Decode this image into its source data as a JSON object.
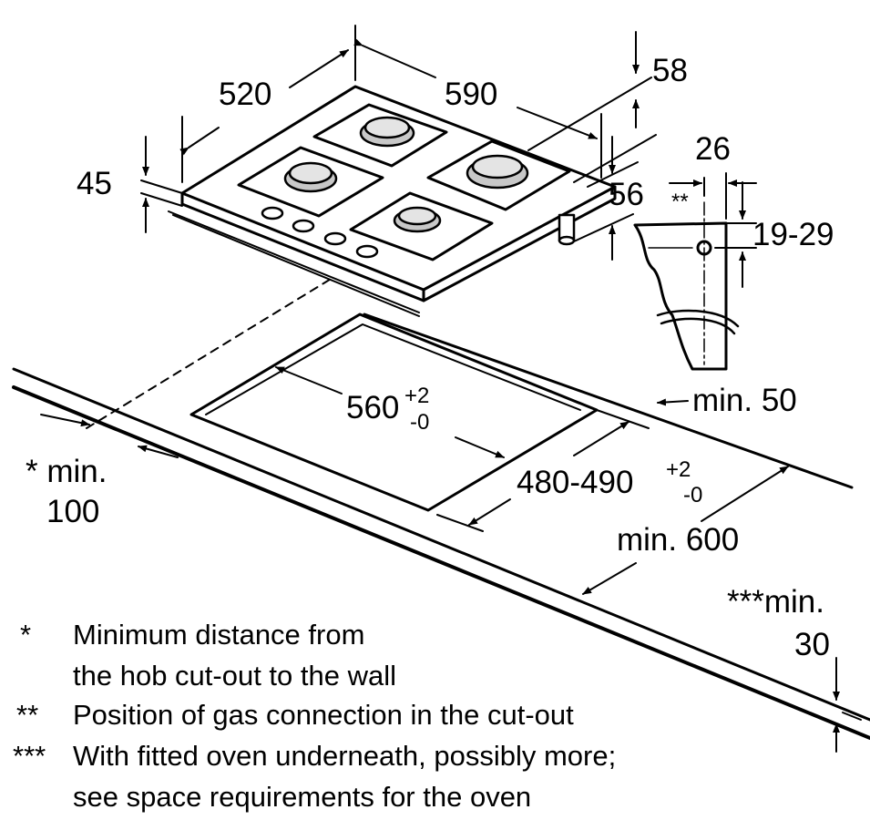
{
  "dimensions": {
    "hob_depth": "520",
    "hob_width": "590",
    "edge_offset_top": "58",
    "hob_height": "45",
    "edge_offset_right": "56",
    "connection_width": "26",
    "connection_height": "19-29",
    "gas_marker": "**",
    "cutout_width": "560",
    "cutout_width_tol_plus": "+2",
    "cutout_width_tol_minus": "-0",
    "cutout_depth": "480-490",
    "cutout_depth_tol_plus": "+2",
    "cutout_depth_tol_minus": "-0",
    "min_rear": "min. 50",
    "min_wall_line1": "* min.",
    "min_wall_line2": "100",
    "min_front": "min. 600",
    "min_oven_line1": "***min.",
    "min_oven_line2": "30"
  },
  "notes": [
    {
      "marker": "*",
      "line1": "Minimum distance from",
      "line2": "the hob cut-out to the wall"
    },
    {
      "marker": "**",
      "line1": "Position of gas connection in the cut-out",
      "line2": ""
    },
    {
      "marker": "***",
      "line1": "With fitted oven underneath, possibly more;",
      "line2": "see space requirements for the oven"
    }
  ]
}
